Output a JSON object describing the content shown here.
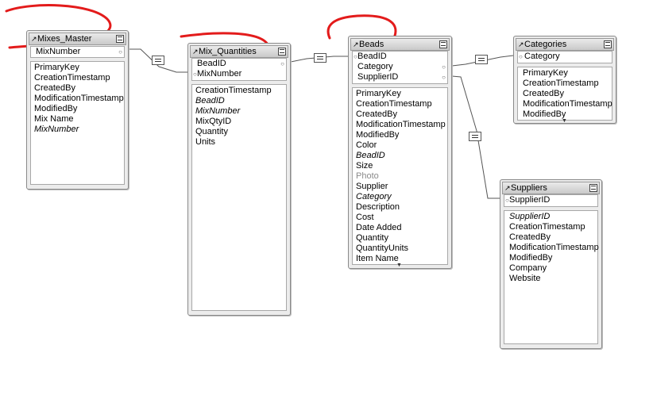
{
  "tables": {
    "mixes_master": {
      "title": "Mixes_Master",
      "keys": [
        "MixNumber"
      ],
      "fields": [
        {
          "name": "PrimaryKey",
          "style": "normal"
        },
        {
          "name": "CreationTimestamp",
          "style": "normal"
        },
        {
          "name": "CreatedBy",
          "style": "normal"
        },
        {
          "name": "ModificationTimestamp",
          "style": "normal"
        },
        {
          "name": "ModifiedBy",
          "style": "normal"
        },
        {
          "name": "Mix Name",
          "style": "normal"
        },
        {
          "name": "MixNumber",
          "style": "italic"
        }
      ]
    },
    "mix_quantities": {
      "title": "Mix_Quantities",
      "keys": [
        "BeadID",
        "MixNumber"
      ],
      "fields": [
        {
          "name": "CreationTimestamp",
          "style": "normal"
        },
        {
          "name": "BeadID",
          "style": "italic"
        },
        {
          "name": "MixNumber",
          "style": "italic"
        },
        {
          "name": "MixQtyID",
          "style": "normal"
        },
        {
          "name": "Quantity",
          "style": "normal"
        },
        {
          "name": "Units",
          "style": "normal"
        }
      ]
    },
    "beads": {
      "title": "Beads",
      "keys": [
        "BeadID",
        "Category",
        "SupplierID"
      ],
      "fields": [
        {
          "name": "PrimaryKey",
          "style": "normal"
        },
        {
          "name": "CreationTimestamp",
          "style": "normal"
        },
        {
          "name": "CreatedBy",
          "style": "normal"
        },
        {
          "name": "ModificationTimestamp",
          "style": "normal"
        },
        {
          "name": "ModifiedBy",
          "style": "normal"
        },
        {
          "name": "Color",
          "style": "normal"
        },
        {
          "name": "BeadID",
          "style": "italic"
        },
        {
          "name": "Size",
          "style": "normal"
        },
        {
          "name": "Photo",
          "style": "gray"
        },
        {
          "name": "Supplier",
          "style": "normal"
        },
        {
          "name": "Category",
          "style": "italic"
        },
        {
          "name": "Description",
          "style": "normal"
        },
        {
          "name": "Cost",
          "style": "normal"
        },
        {
          "name": "Date Added",
          "style": "normal"
        },
        {
          "name": "Quantity",
          "style": "normal"
        },
        {
          "name": "QuantityUnits",
          "style": "normal"
        },
        {
          "name": "Item Name",
          "style": "normal"
        }
      ]
    },
    "categories": {
      "title": "Categories",
      "keys": [
        "Category"
      ],
      "fields": [
        {
          "name": "PrimaryKey",
          "style": "normal"
        },
        {
          "name": "CreationTimestamp",
          "style": "normal"
        },
        {
          "name": "CreatedBy",
          "style": "normal"
        },
        {
          "name": "ModificationTimestamp",
          "style": "normal"
        },
        {
          "name": "ModifiedBy",
          "style": "normal"
        }
      ]
    },
    "suppliers": {
      "title": "Suppliers",
      "keys": [
        "SupplierID"
      ],
      "fields": [
        {
          "name": "SupplierID",
          "style": "italic"
        },
        {
          "name": "CreationTimestamp",
          "style": "normal"
        },
        {
          "name": "CreatedBy",
          "style": "normal"
        },
        {
          "name": "ModificationTimestamp",
          "style": "normal"
        },
        {
          "name": "ModifiedBy",
          "style": "normal"
        },
        {
          "name": "Company",
          "style": "normal"
        },
        {
          "name": "Website",
          "style": "normal"
        }
      ]
    }
  },
  "relationships": [
    {
      "from": "Mixes_Master.MixNumber",
      "to": "Mix_Quantities.MixNumber",
      "operator": "="
    },
    {
      "from": "Mix_Quantities.BeadID",
      "to": "Beads.BeadID",
      "operator": "="
    },
    {
      "from": "Beads.Category",
      "to": "Categories.Category",
      "operator": "="
    },
    {
      "from": "Beads.SupplierID",
      "to": "Suppliers.SupplierID",
      "operator": "="
    }
  ],
  "colors": {
    "annotation_red": "#e31b1b",
    "connector": "#555555",
    "header_bg": "#d4d4d4",
    "panel_bg": "#ececec"
  },
  "icons": {
    "table_arrow": "arrow-icon",
    "table_menu": "menu-icon",
    "relationship": "equals-icon"
  }
}
